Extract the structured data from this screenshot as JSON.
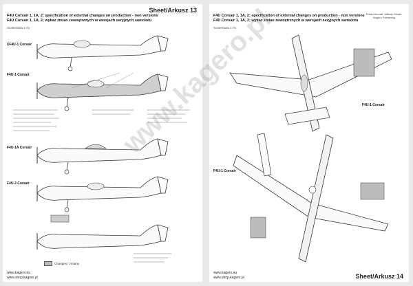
{
  "left_page": {
    "title": "Sheet/Arkusz 13",
    "header_line1": "F4U Corsair 1, 1A, 2; specification of external changes on production - non versions",
    "header_line2": "F4U Corsair 1, 1A, 2; wykaz zmian zewnętrznych w wersjach seryjnych samolotu",
    "scale_note": "Scale/skala 1:72",
    "views": [
      {
        "label": "XF4U-1 Corsair"
      },
      {
        "label": "F4U-1 Corsair"
      },
      {
        "label": "F4U-1A Corsair"
      },
      {
        "label": "F4U-2 Corsair"
      }
    ],
    "legend_label": "Changes / zmiany",
    "footer_url": "www.kagero.eu",
    "footer_url2": "www.shop.kagero.pl"
  },
  "right_page": {
    "title": "Sheet/Arkusz 14",
    "header_line1": "F4U Corsair 1, 1A, 2; specification of external changes on production - non versions",
    "header_line2": "F4U Corsair 1, 1A, 2; wykaz zmian zewnętrznych w wersjach seryjnych samolotu",
    "scale_note": "Scale/skala 1:72",
    "views": [
      {
        "label": "F4U-1 Corsair"
      },
      {
        "label": "F4U-1 Corsair"
      }
    ],
    "publisher_box": "Polish Aircraft, Military Model, Kagero Publishing",
    "footer_url": "www.kagero.eu",
    "footer_url2": "www.shop.kagero.pl"
  },
  "watermark": "www.kagero.pl"
}
